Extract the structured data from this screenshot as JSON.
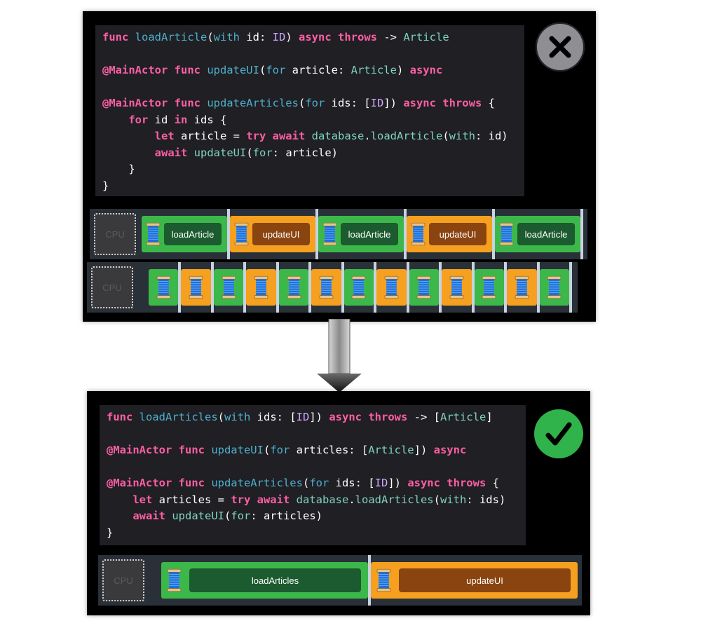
{
  "top_panel": {
    "code_lines": [
      [
        {
          "t": "func ",
          "c": "kw"
        },
        {
          "t": "loadArticle",
          "c": "fn"
        },
        {
          "t": "(",
          "c": "pl"
        },
        {
          "t": "with",
          "c": "fn"
        },
        {
          "t": " id: ",
          "c": "pl"
        },
        {
          "t": "ID",
          "c": "id"
        },
        {
          "t": ") ",
          "c": "pl"
        },
        {
          "t": "async throws",
          "c": "kw"
        },
        {
          "t": " -> ",
          "c": "pl"
        },
        {
          "t": "Article",
          "c": "ty"
        }
      ],
      [],
      [
        {
          "t": "@MainActor func ",
          "c": "kw"
        },
        {
          "t": "updateUI",
          "c": "fn"
        },
        {
          "t": "(",
          "c": "pl"
        },
        {
          "t": "for",
          "c": "fn"
        },
        {
          "t": " article: ",
          "c": "pl"
        },
        {
          "t": "Article",
          "c": "ty"
        },
        {
          "t": ") ",
          "c": "pl"
        },
        {
          "t": "async",
          "c": "kw"
        }
      ],
      [],
      [
        {
          "t": "@MainActor func ",
          "c": "kw"
        },
        {
          "t": "updateArticles",
          "c": "fn"
        },
        {
          "t": "(",
          "c": "pl"
        },
        {
          "t": "for",
          "c": "fn"
        },
        {
          "t": " ids: [",
          "c": "pl"
        },
        {
          "t": "ID",
          "c": "id"
        },
        {
          "t": "]) ",
          "c": "pl"
        },
        {
          "t": "async throws",
          "c": "kw"
        },
        {
          "t": " {",
          "c": "pl"
        }
      ],
      [
        {
          "t": "    ",
          "c": "pl"
        },
        {
          "t": "for",
          "c": "kw"
        },
        {
          "t": " id ",
          "c": "pl"
        },
        {
          "t": "in",
          "c": "kw"
        },
        {
          "t": " ids {",
          "c": "pl"
        }
      ],
      [
        {
          "t": "        ",
          "c": "pl"
        },
        {
          "t": "let",
          "c": "kw"
        },
        {
          "t": " article = ",
          "c": "pl"
        },
        {
          "t": "try await",
          "c": "kw"
        },
        {
          "t": " ",
          "c": "pl"
        },
        {
          "t": "database",
          "c": "ty"
        },
        {
          "t": ".",
          "c": "pl"
        },
        {
          "t": "loadArticle",
          "c": "ty"
        },
        {
          "t": "(",
          "c": "pl"
        },
        {
          "t": "with",
          "c": "ty"
        },
        {
          "t": ": id)",
          "c": "pl"
        }
      ],
      [
        {
          "t": "        ",
          "c": "pl"
        },
        {
          "t": "await",
          "c": "kw"
        },
        {
          "t": " ",
          "c": "pl"
        },
        {
          "t": "updateUI",
          "c": "ty"
        },
        {
          "t": "(",
          "c": "pl"
        },
        {
          "t": "for",
          "c": "ty"
        },
        {
          "t": ": article)",
          "c": "pl"
        }
      ],
      [
        {
          "t": "    }",
          "c": "pl"
        }
      ],
      [
        {
          "t": "}",
          "c": "pl"
        }
      ]
    ],
    "cpu_label": "CPU",
    "track1_blocks": [
      {
        "type": "green",
        "label": "loadArticle"
      },
      {
        "type": "orange",
        "label": "updateUI"
      },
      {
        "type": "green",
        "label": "loadArticle"
      },
      {
        "type": "orange",
        "label": "updateUI"
      },
      {
        "type": "green",
        "label": "loadArticle"
      }
    ],
    "track2_blocks": [
      "green",
      "orange",
      "green",
      "orange",
      "green",
      "orange",
      "green",
      "orange",
      "green",
      "orange",
      "green",
      "orange",
      "green"
    ]
  },
  "bottom_panel": {
    "code_lines": [
      [
        {
          "t": "func ",
          "c": "kw"
        },
        {
          "t": "loadArticles",
          "c": "fn"
        },
        {
          "t": "(",
          "c": "pl"
        },
        {
          "t": "with",
          "c": "fn"
        },
        {
          "t": " ids: [",
          "c": "pl"
        },
        {
          "t": "ID",
          "c": "id"
        },
        {
          "t": "]) ",
          "c": "pl"
        },
        {
          "t": "async throws",
          "c": "kw"
        },
        {
          "t": " -> [",
          "c": "pl"
        },
        {
          "t": "Article",
          "c": "ty"
        },
        {
          "t": "]",
          "c": "pl"
        }
      ],
      [],
      [
        {
          "t": "@MainActor func ",
          "c": "kw"
        },
        {
          "t": "updateUI",
          "c": "fn"
        },
        {
          "t": "(",
          "c": "pl"
        },
        {
          "t": "for",
          "c": "fn"
        },
        {
          "t": " articles: [",
          "c": "pl"
        },
        {
          "t": "Article",
          "c": "ty"
        },
        {
          "t": "]) ",
          "c": "pl"
        },
        {
          "t": "async",
          "c": "kw"
        }
      ],
      [],
      [
        {
          "t": "@MainActor func ",
          "c": "kw"
        },
        {
          "t": "updateArticles",
          "c": "fn"
        },
        {
          "t": "(",
          "c": "pl"
        },
        {
          "t": "for",
          "c": "fn"
        },
        {
          "t": " ids: [",
          "c": "pl"
        },
        {
          "t": "ID",
          "c": "id"
        },
        {
          "t": "]) ",
          "c": "pl"
        },
        {
          "t": "async throws",
          "c": "kw"
        },
        {
          "t": " {",
          "c": "pl"
        }
      ],
      [
        {
          "t": "    ",
          "c": "pl"
        },
        {
          "t": "let",
          "c": "kw"
        },
        {
          "t": " articles = ",
          "c": "pl"
        },
        {
          "t": "try await",
          "c": "kw"
        },
        {
          "t": " ",
          "c": "pl"
        },
        {
          "t": "database",
          "c": "ty"
        },
        {
          "t": ".",
          "c": "pl"
        },
        {
          "t": "loadArticles",
          "c": "ty"
        },
        {
          "t": "(",
          "c": "pl"
        },
        {
          "t": "with",
          "c": "ty"
        },
        {
          "t": ": ids)",
          "c": "pl"
        }
      ],
      [
        {
          "t": "    ",
          "c": "pl"
        },
        {
          "t": "await",
          "c": "kw"
        },
        {
          "t": " ",
          "c": "pl"
        },
        {
          "t": "updateUI",
          "c": "ty"
        },
        {
          "t": "(",
          "c": "pl"
        },
        {
          "t": "for",
          "c": "ty"
        },
        {
          "t": ": articles)",
          "c": "pl"
        }
      ],
      [
        {
          "t": "}",
          "c": "pl"
        }
      ]
    ],
    "cpu_label": "CPU",
    "track_blocks": [
      {
        "type": "green",
        "label": "loadArticles"
      },
      {
        "type": "orange",
        "label": "updateUI"
      }
    ]
  },
  "icons": {
    "bad": "close-icon",
    "good": "checkmark-icon",
    "transition": "arrow-down-icon"
  },
  "colors": {
    "green": "#3cb84a",
    "orange": "#f5a01f",
    "keyword": "#fc5fa3",
    "function": "#4eb0cc",
    "type": "#7fd3bf"
  }
}
